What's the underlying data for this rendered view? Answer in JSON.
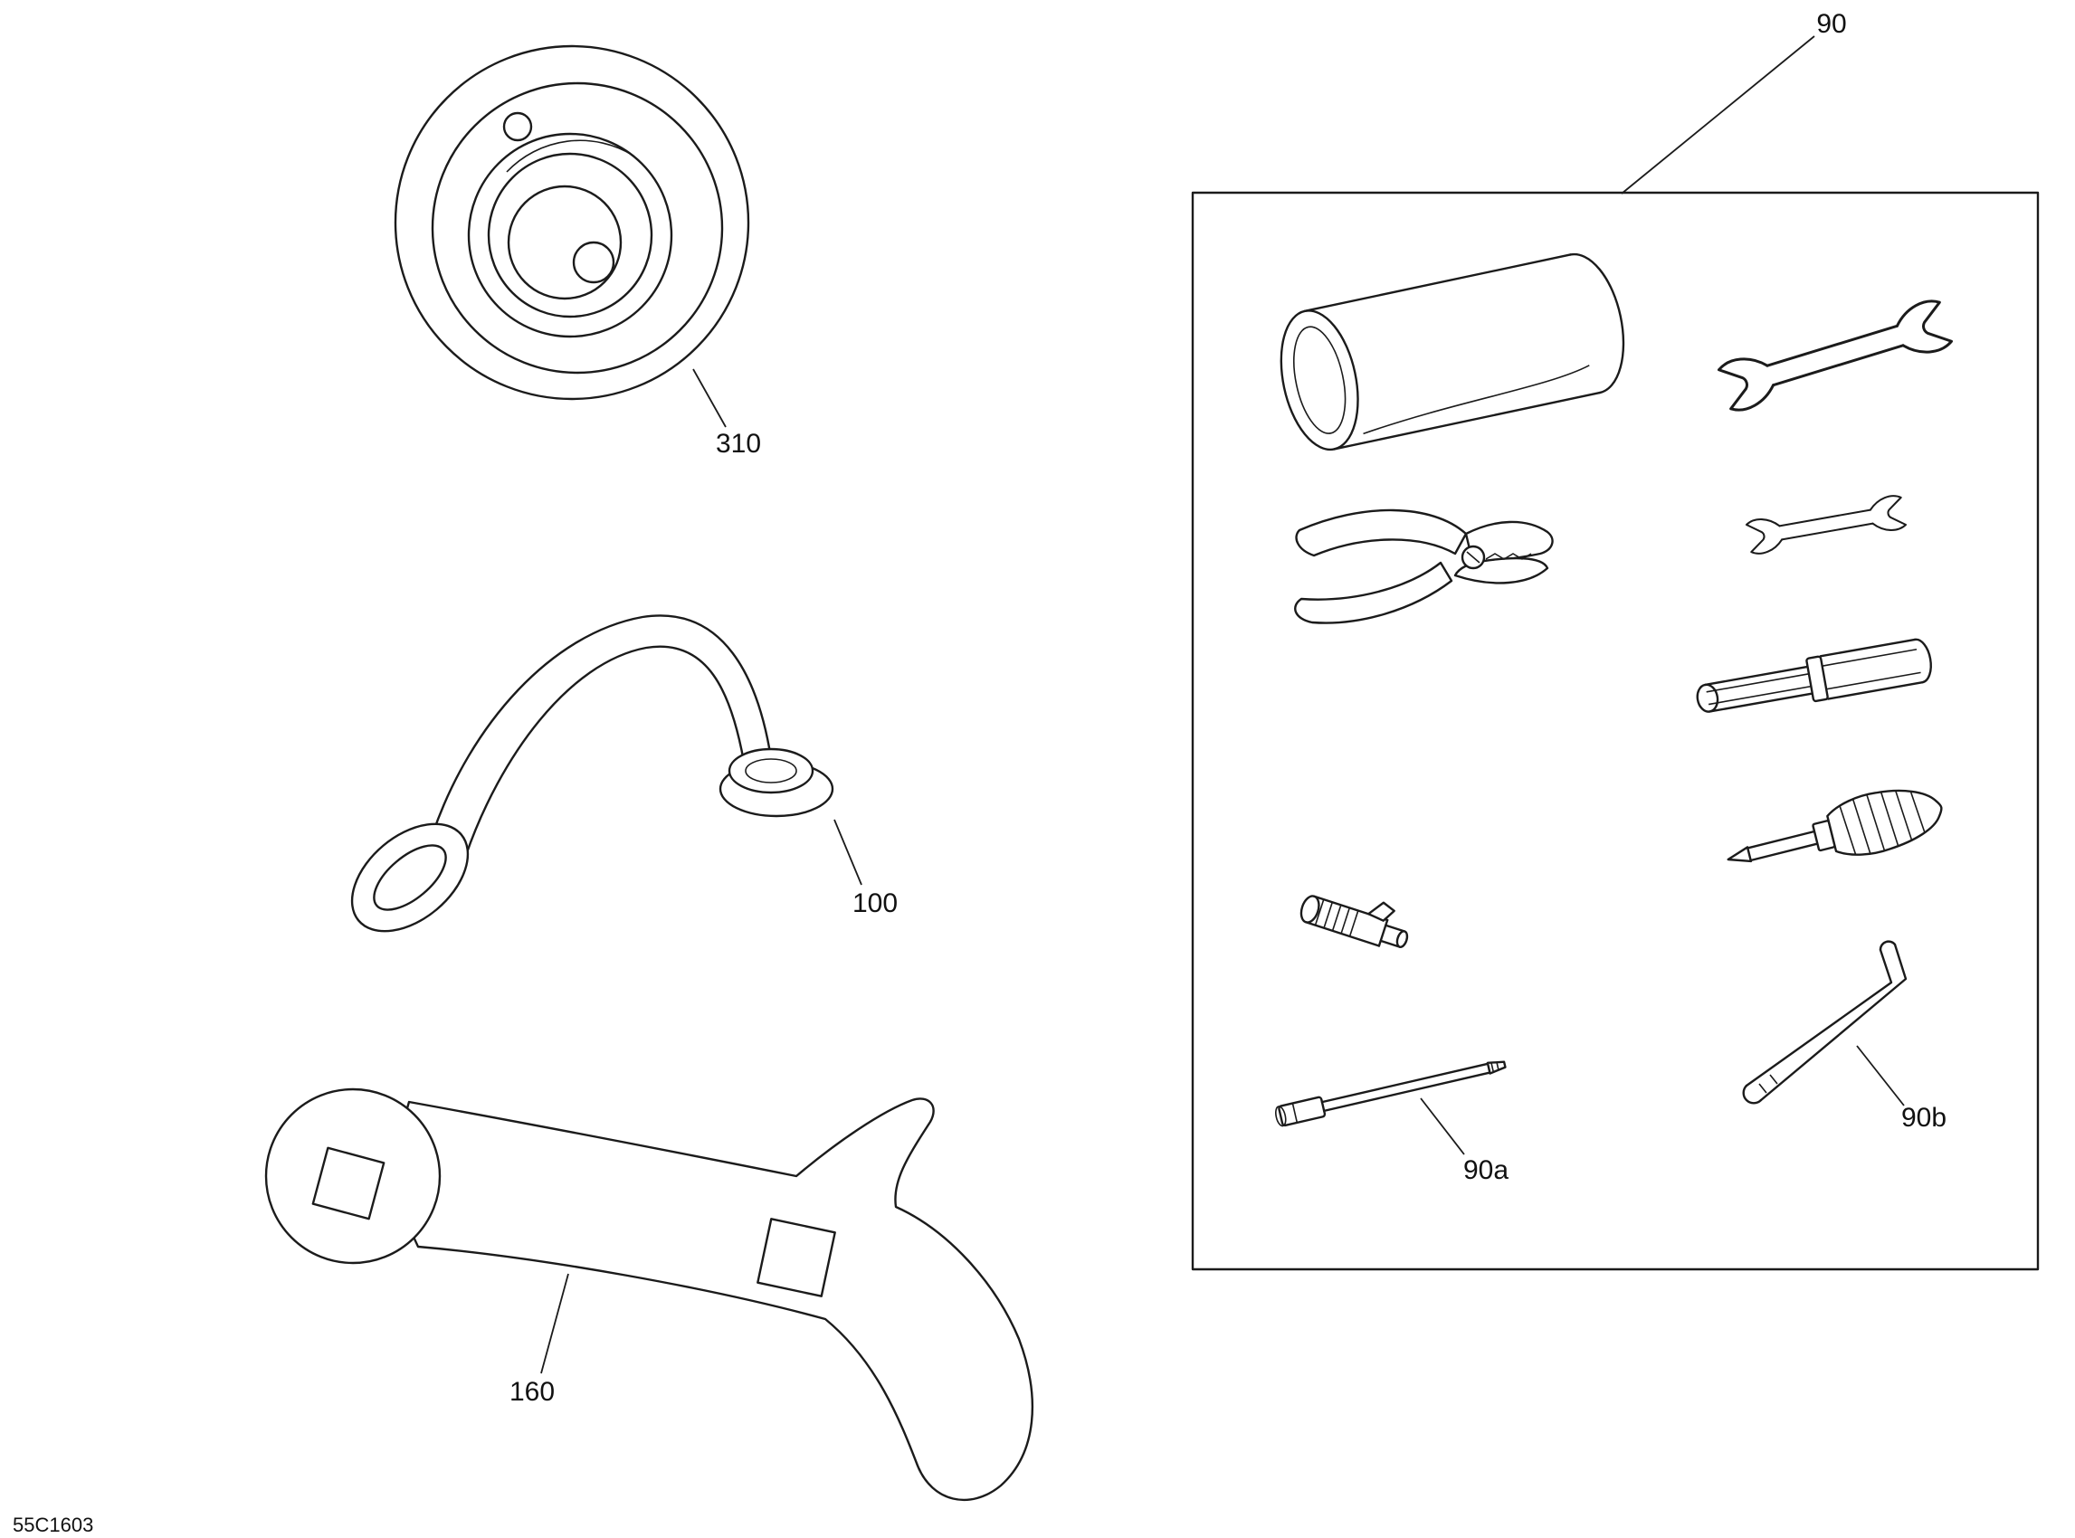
{
  "page": {
    "background": "#ffffff",
    "line_color": "#1b1b1b"
  },
  "drawing": {
    "code": "55C1603",
    "callouts": {
      "toolkit": "90",
      "cap": "310",
      "retainer_strap": "100",
      "spanner_wrench": "160",
      "extension_tool": "90a",
      "torx_key": "90b"
    }
  }
}
